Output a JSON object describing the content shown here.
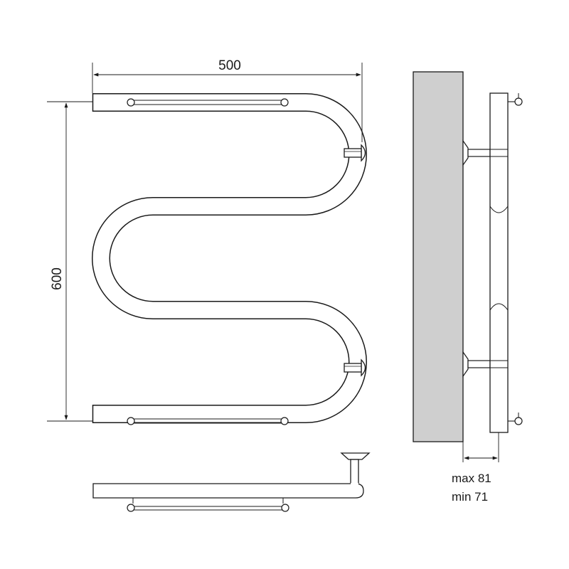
{
  "dimensions": {
    "width_label": "500",
    "height_label": "600",
    "depth_max_label": "max 81",
    "depth_min_label": "min 71"
  },
  "colors": {
    "line": "#1a1a1a",
    "wall": "#cfcfcf",
    "background": "#ffffff"
  }
}
